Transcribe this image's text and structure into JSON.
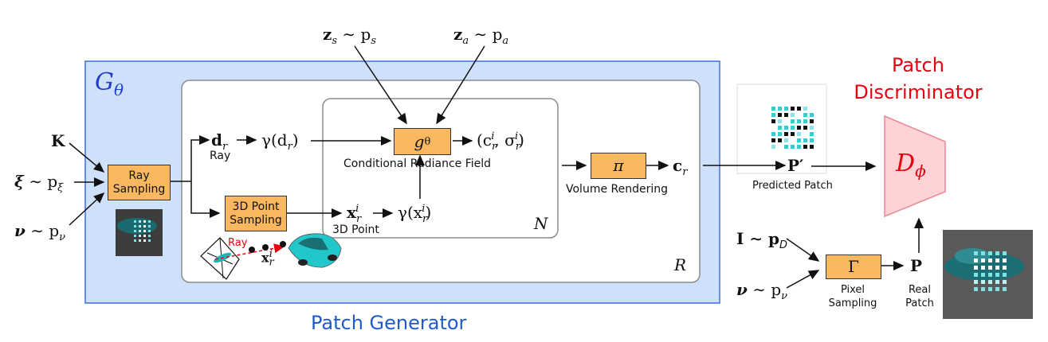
{
  "generator": {
    "title_symbol": "G",
    "title_sub": "θ",
    "caption": "Patch Generator",
    "color": "#1f5bc9"
  },
  "inputs": {
    "K": "K",
    "xi_prefix": "ξ",
    "xi_rest": " ∼ p",
    "xi_sub": "ξ",
    "nu_prefix": "ν",
    "nu_rest": " ∼ p",
    "nu_sub": "ν",
    "zs_z": "z",
    "zs_sub": "s",
    "zs_rest": " ∼ p",
    "zs_psub": "s",
    "za_z": "z",
    "za_sub": "a",
    "za_rest": " ∼ p",
    "za_psub": "a"
  },
  "blocks": {
    "ray_sampling": "Ray Sampling",
    "point_sampling": "3D Point Sampling",
    "g_theta": "g",
    "g_theta_sub": "θ",
    "pi": "π",
    "gamma_box": "Γ"
  },
  "labels": {
    "ray": "Ray",
    "ray_red": "Ray",
    "conditional_radiance_field": "Conditional Radiance Field",
    "three_d_point": "3D Point",
    "volume_rendering": "Volume Rendering",
    "predicted_patch": "Predicted Patch",
    "pixel_sampling": "Pixel Sampling",
    "real_patch": "Real Patch",
    "N": "N",
    "R": "R"
  },
  "math": {
    "d_r": "d",
    "d_r_sub": "r",
    "gamma_d": "γ(d",
    "gamma_d_sub": "r",
    "x_r": "x",
    "x_r_sub": "r",
    "x_r_sup": "i",
    "gamma_x": "γ(x",
    "output_c": "(c",
    "output_sigma": ", σ",
    "c_r": "c",
    "c_r_sub": "r",
    "P_prime": "P′",
    "P": "P",
    "I_text": "I ∼ p",
    "I_sub": "D",
    "nu2_prefix": "ν",
    "nu2_rest": " ∼ p",
    "nu2_sub": "ν"
  },
  "discriminator": {
    "title": "Patch Discriminator",
    "symbol": "D",
    "symbol_sub": "ϕ",
    "color": "#e8000d"
  }
}
